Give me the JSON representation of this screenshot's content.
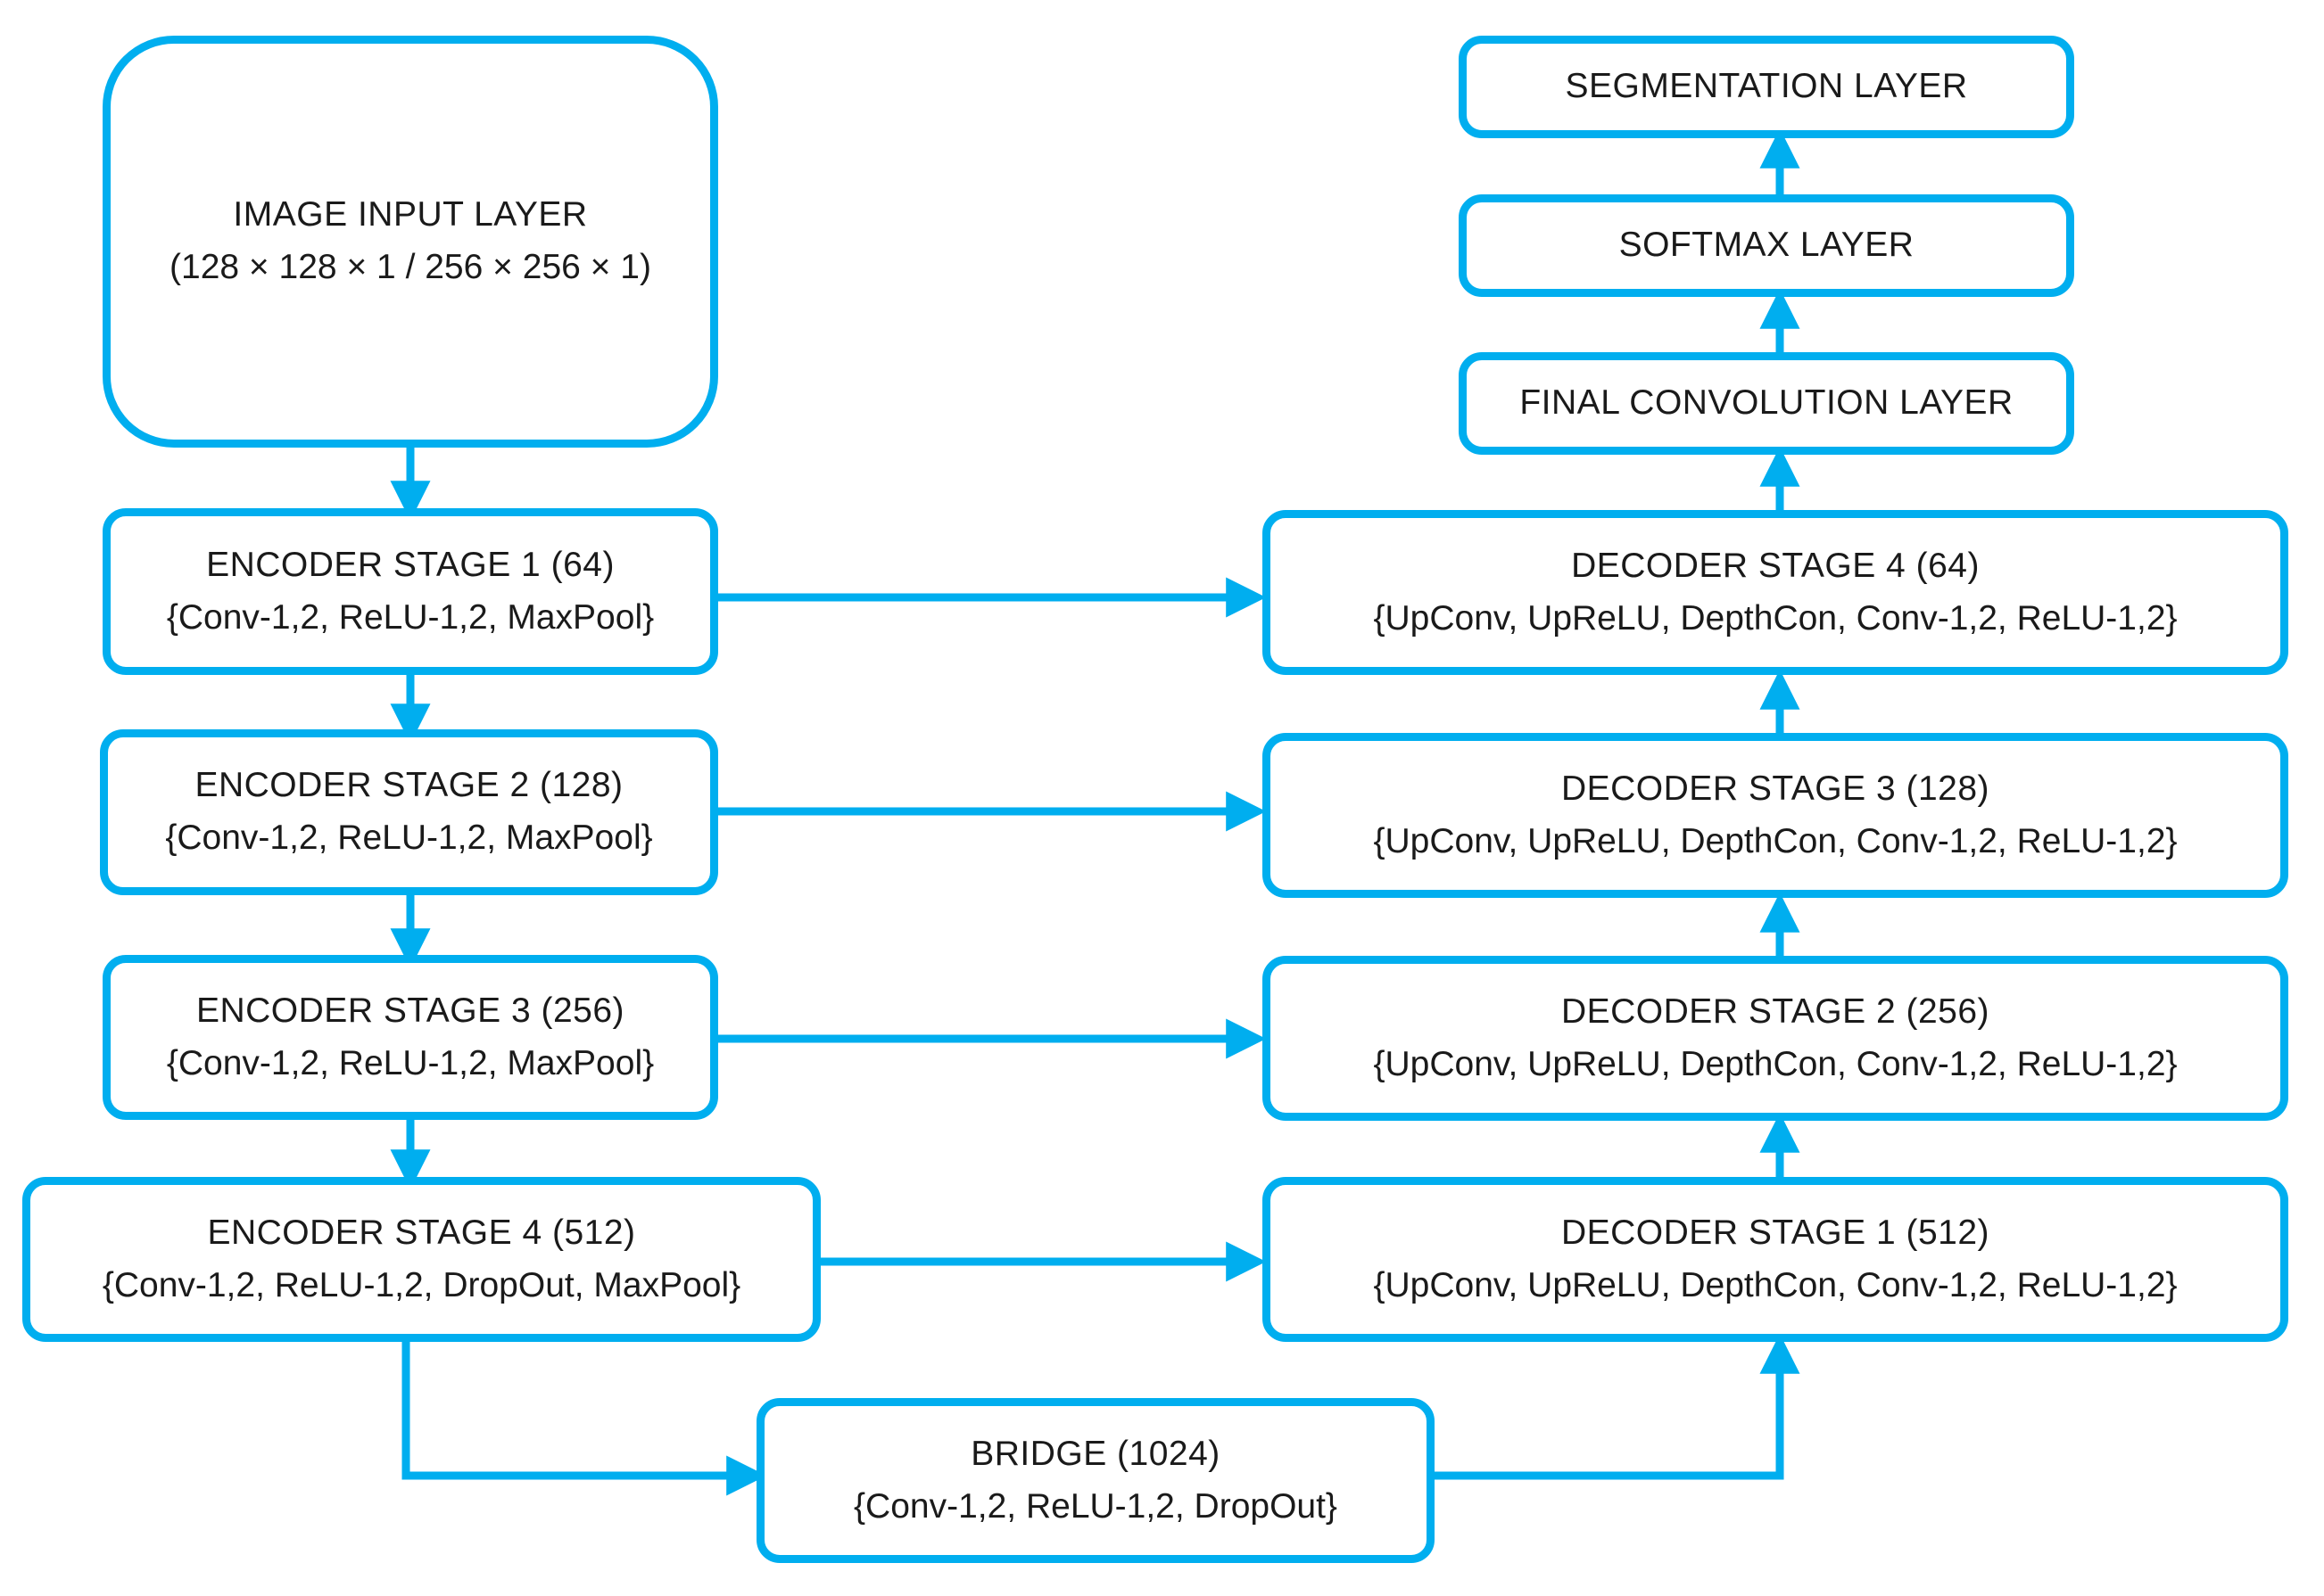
{
  "colors": {
    "accent": "#00AEEF",
    "text": "#1a1a1a",
    "background": "#ffffff"
  },
  "nodes": {
    "image_input": {
      "title": "IMAGE INPUT LAYER",
      "sub": "(128 × 128 × 1 / 256 × 256 × 1)"
    },
    "encoder1": {
      "title": "ENCODER STAGE 1 (64)",
      "sub": "{Conv-1,2, ReLU-1,2, MaxPool}"
    },
    "encoder2": {
      "title": "ENCODER STAGE 2 (128)",
      "sub": "{Conv-1,2, ReLU-1,2, MaxPool}"
    },
    "encoder3": {
      "title": "ENCODER STAGE 3 (256)",
      "sub": "{Conv-1,2, ReLU-1,2, MaxPool}"
    },
    "encoder4": {
      "title": "ENCODER STAGE 4 (512)",
      "sub": "{Conv-1,2, ReLU-1,2, DropOut, MaxPool}"
    },
    "bridge": {
      "title": "BRIDGE (1024)",
      "sub": "{Conv-1,2, ReLU-1,2, DropOut}"
    },
    "decoder1": {
      "title": "DECODER STAGE 1 (512)",
      "sub": "{UpConv, UpReLU, DepthCon, Conv-1,2, ReLU-1,2}"
    },
    "decoder2": {
      "title": "DECODER STAGE 2 (256)",
      "sub": "{UpConv, UpReLU, DepthCon, Conv-1,2, ReLU-1,2}"
    },
    "decoder3": {
      "title": "DECODER STAGE 3 (128)",
      "sub": "{UpConv, UpReLU, DepthCon, Conv-1,2, ReLU-1,2}"
    },
    "decoder4": {
      "title": "DECODER STAGE 4 (64)",
      "sub": "{UpConv, UpReLU, DepthCon, Conv-1,2, ReLU-1,2}"
    },
    "final_conv": {
      "title": "FINAL CONVOLUTION LAYER"
    },
    "softmax": {
      "title": "SOFTMAX LAYER"
    },
    "segmentation": {
      "title": "SEGMENTATION LAYER"
    }
  }
}
